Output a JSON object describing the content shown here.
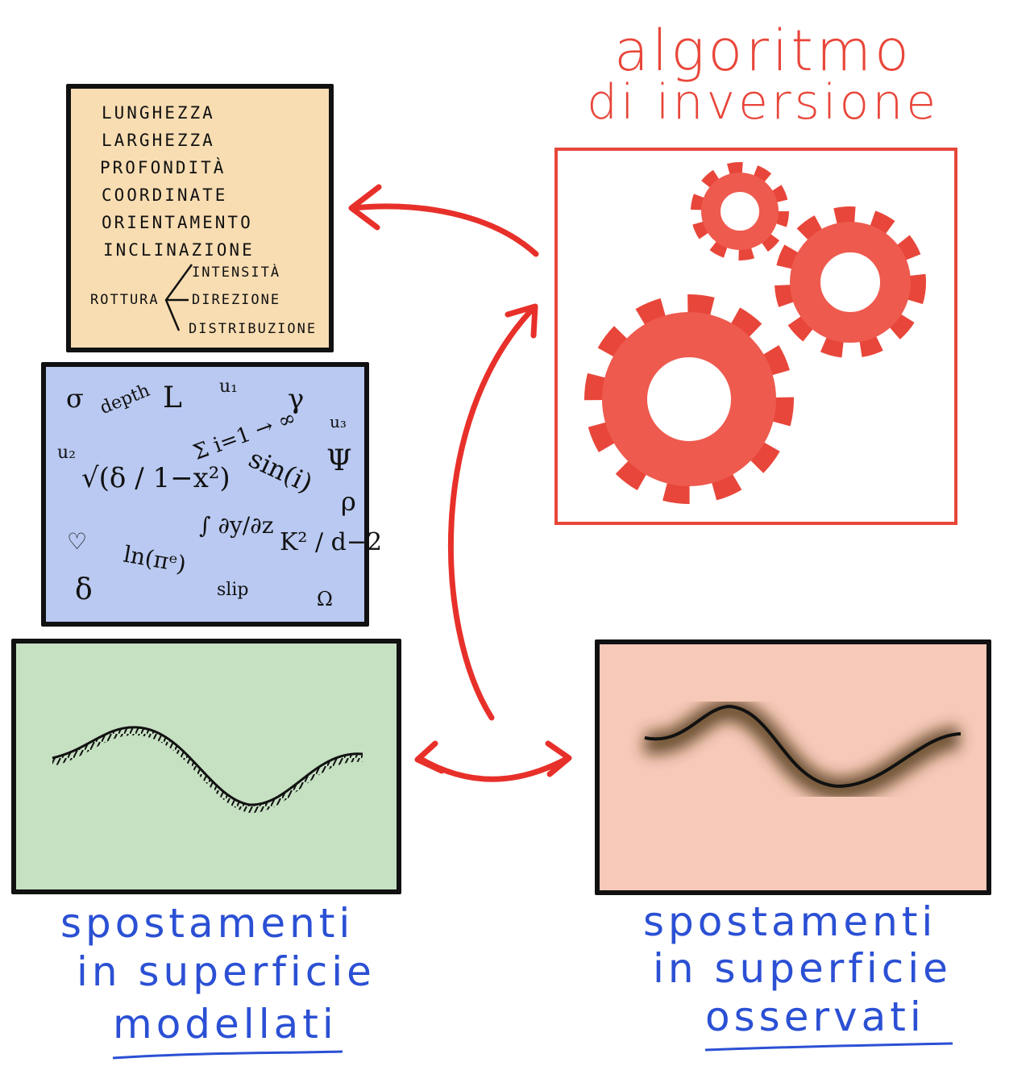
{
  "title": {
    "line1": "algoritmo",
    "line2": "di inversione"
  },
  "parameters": {
    "items": [
      "LUNGHEZZA",
      "LARGHEZZA",
      "PROFONDITÀ",
      "COORDINATE",
      "ORIENTAMENTO",
      "INCLINAZIONE"
    ],
    "rupture": {
      "label": "ROTTURA",
      "sub": [
        "INTENSITÀ",
        "DIREZIONE",
        "DISTRIBUZIONE"
      ]
    }
  },
  "math_symbols": [
    "σ",
    "depth",
    "L",
    "u₁",
    "γ",
    "u₃",
    "u₂",
    "√(δ / 1−x²)",
    "Σ i=1 → ∞",
    "sin(i)",
    "Ψ",
    "ρ",
    "♡",
    "ln(πᵉ)",
    "∫ ∂y/∂z",
    "K² / d−2",
    "δ",
    "slip",
    "Ω"
  ],
  "labels": {
    "modeled": {
      "line1": "spostamenti",
      "line2": "in superficie",
      "line3": "modellati"
    },
    "observed": {
      "line1": "spostamenti",
      "line2": "in superficie",
      "line3": "osservati"
    }
  },
  "colors": {
    "red": "#e8463a",
    "blue_text": "#2b50d4",
    "orange_box": "#f8ddb2",
    "blue_box": "#b9c9f1",
    "green_box": "#c6e0c2",
    "pink_box": "#f6c9b9"
  }
}
